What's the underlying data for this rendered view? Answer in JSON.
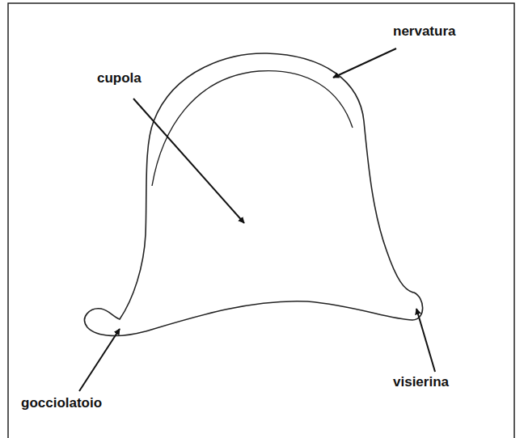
{
  "diagram": {
    "labels": [
      "nervatura",
      "cupola",
      "gocciolatoio",
      "visierina"
    ]
  }
}
